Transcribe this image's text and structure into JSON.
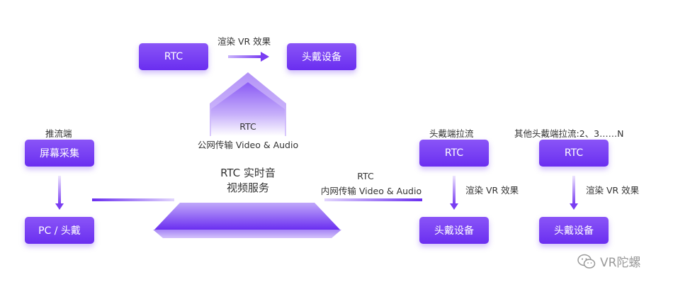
{
  "top": {
    "rtc_box": "RTC",
    "render_label": "渲染 VR 效果",
    "headset_box": "头戴设备"
  },
  "house": {
    "line1": "RTC",
    "line2": "公网传输 Video & Audio"
  },
  "center": {
    "line1": "RTC 实时音",
    "line2": "视频服务"
  },
  "left": {
    "title": "推流端",
    "capture_box": "屏幕采集",
    "pc_box": "PC / 头戴"
  },
  "intranet": {
    "line1": "RTC",
    "line2": "内网传输 Video & Audio"
  },
  "pull1": {
    "title": "头戴端拉流",
    "rtc_box": "RTC",
    "render_label": "渲染 VR 效果",
    "headset_box": "头戴设备"
  },
  "pull2": {
    "title": "其他头戴端拉流:2、3……N",
    "rtc_box": "RTC",
    "render_label": "渲染 VR 效果",
    "headset_box": "头戴设备"
  },
  "watermark": {
    "text": "VR陀螺",
    "icon": "wechat-icon"
  },
  "colors": {
    "accent": "#7a3df2",
    "accent_light": "#a98bf5",
    "text": "#333333",
    "watermark": "#9a9a9a"
  }
}
